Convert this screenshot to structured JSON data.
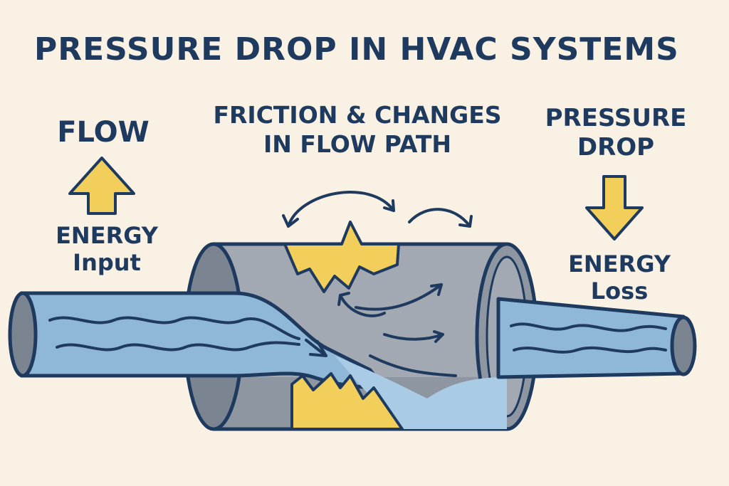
{
  "title": "PRESSURE DROP IN HVAC SYSTEMS",
  "labels": {
    "flow": "FLOW",
    "friction_line1": "FRICTION & CHANGES",
    "friction_line2": "IN FLOW PATH",
    "pressure_line1": "PRESSURE",
    "pressure_line2": "DROP",
    "energy_input_line1": "ENERGY",
    "energy_input_line2": "Input",
    "energy_loss_line1": "ENERGY",
    "energy_loss_line2": "Loss"
  },
  "colors": {
    "background": "#f8f1e4",
    "text": "#1f3a5f",
    "outline": "#1f3a5f",
    "pipe_blue": "#8fb8d8",
    "pipe_blue_light": "#a9cbe5",
    "chamber_gray": "#a3a9b2",
    "chamber_dark": "#7b8591",
    "arrow_yellow": "#f2cf5b"
  },
  "icons": {
    "up_arrow": "arrow-up-icon",
    "down_arrow": "arrow-down-icon"
  }
}
